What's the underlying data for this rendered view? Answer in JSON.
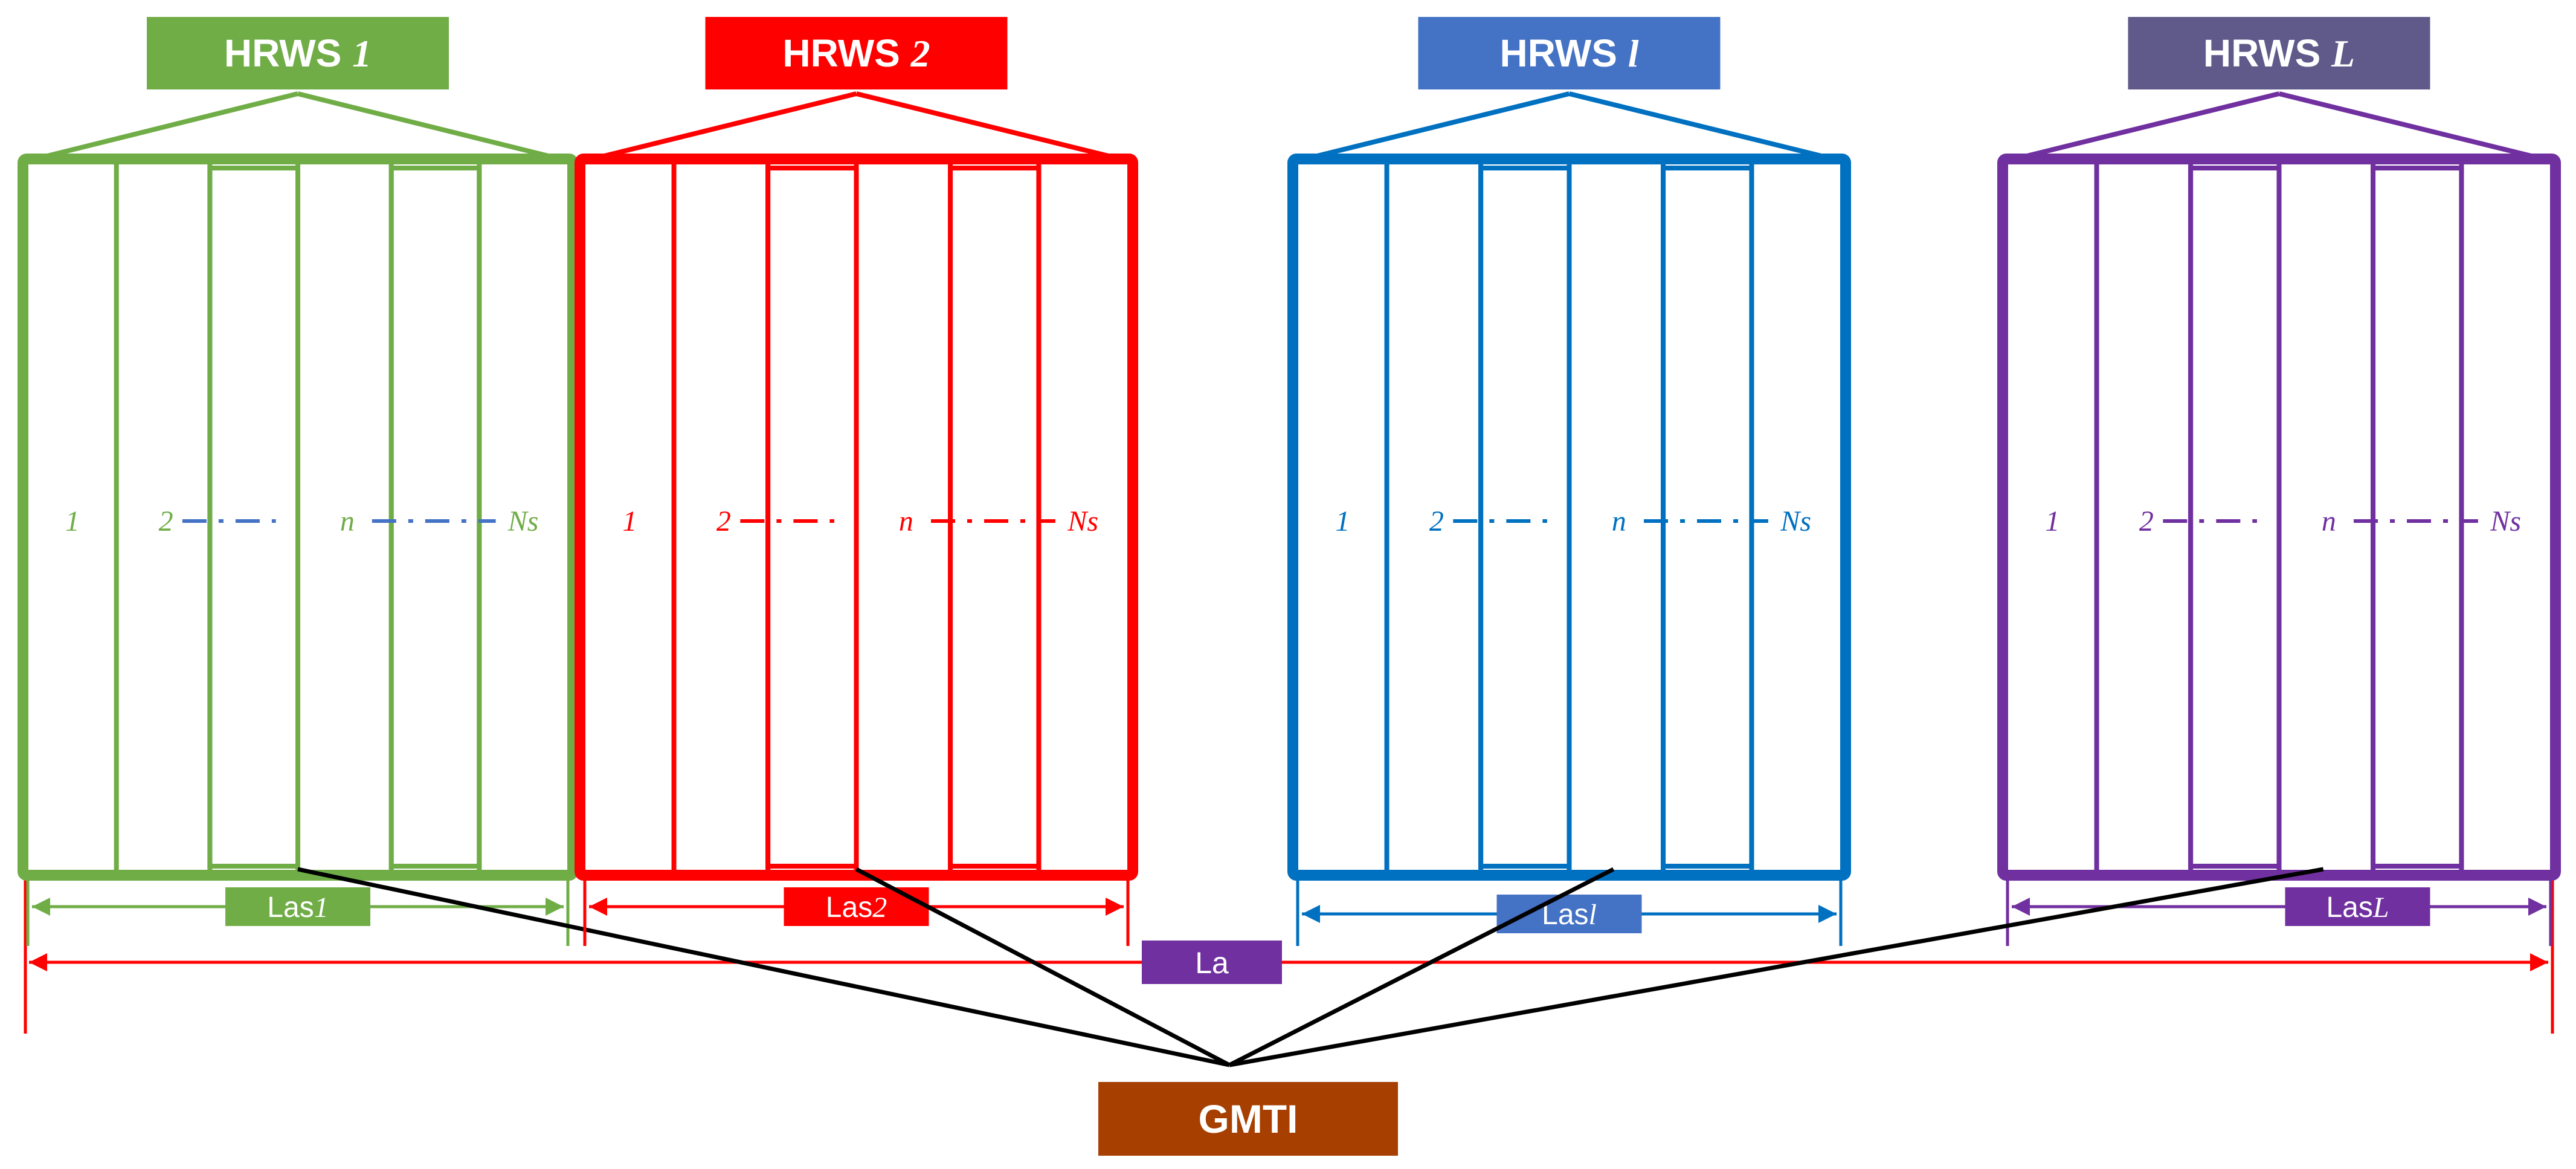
{
  "colors": {
    "line_black": "#000000",
    "overall_red": "#ff0000",
    "la_box": "#7030a0",
    "gmti_box": "#a63f00"
  },
  "groups": [
    {
      "title_prefix": "HRWS ",
      "title_var": "1",
      "color": "#70ad47",
      "title_bg": "#70ad47",
      "dash_color": "#4472c4",
      "channels": [
        "1",
        "2",
        "n",
        "Ns"
      ],
      "las_prefix": "Las",
      "las_var": "1",
      "las_bg": "#70ad47"
    },
    {
      "title_prefix": "HRWS ",
      "title_var": "2",
      "color": "#ff0000",
      "title_bg": "#ff0000",
      "dash_color": "#ff0000",
      "channels": [
        "1",
        "2",
        "n",
        "Ns"
      ],
      "las_prefix": "Las",
      "las_var": "2",
      "las_bg": "#ff0000"
    },
    {
      "title_prefix": "HRWS ",
      "title_var": "l",
      "color": "#0070c0",
      "title_bg": "#4472c4",
      "dash_color": "#0070c0",
      "channels": [
        "1",
        "2",
        "n",
        "Ns"
      ],
      "las_prefix": "Las",
      "las_var": "l",
      "las_bg": "#4472c4"
    },
    {
      "title_prefix": "HRWS ",
      "title_var": "L",
      "color": "#7030a0",
      "title_bg": "#5f5a8a",
      "dash_color": "#7030a0",
      "channels": [
        "1",
        "2",
        "n",
        "Ns"
      ],
      "las_prefix": "Las",
      "las_var": "L",
      "las_bg": "#7030a0"
    }
  ],
  "la_label": "La",
  "gmti_label": "GMTI"
}
